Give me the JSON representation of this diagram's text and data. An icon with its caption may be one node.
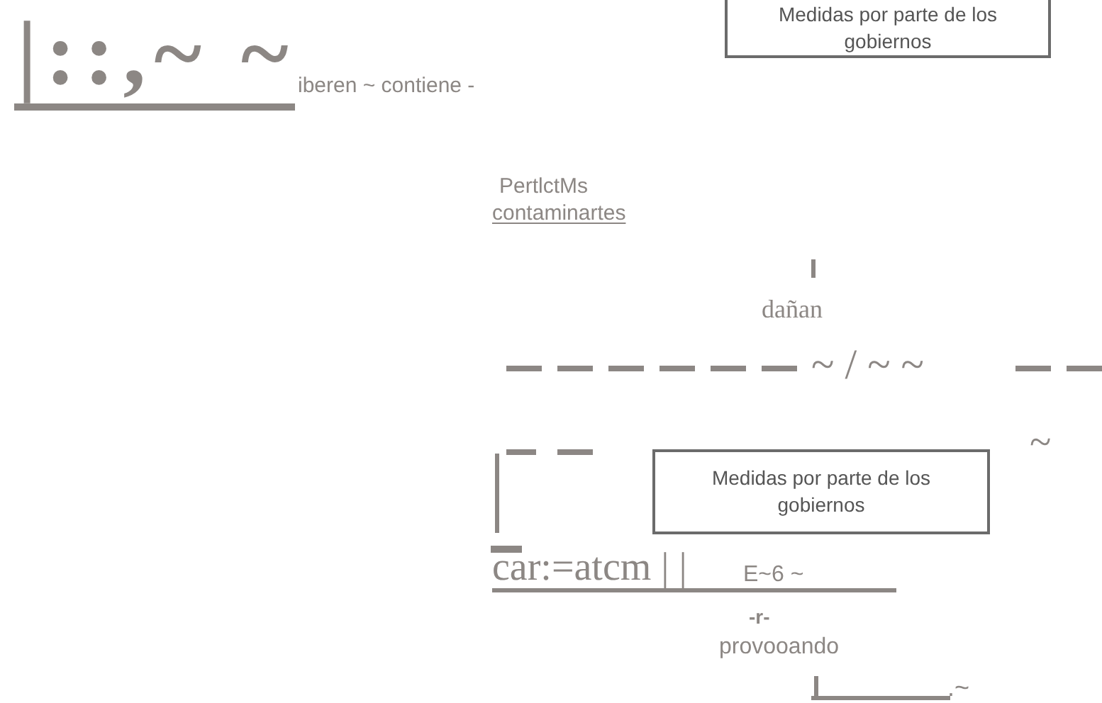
{
  "diagram": {
    "nodes": [
      {
        "text": [
          "Medidas por parte de los gobiernos"
        ]
      },
      {
        "text": [
          "Medidas por parte de los gobiernos"
        ]
      }
    ],
    "labels": [
      "|::,~ ~",
      "iberen ~ contiene -",
      "PertlctMs",
      "contaminartes",
      "dañan",
      "~ / ~ ~",
      "~",
      "car:=atcm | |",
      "E~6 ~",
      "-r-",
      "provooando",
      ".~"
    ]
  }
}
